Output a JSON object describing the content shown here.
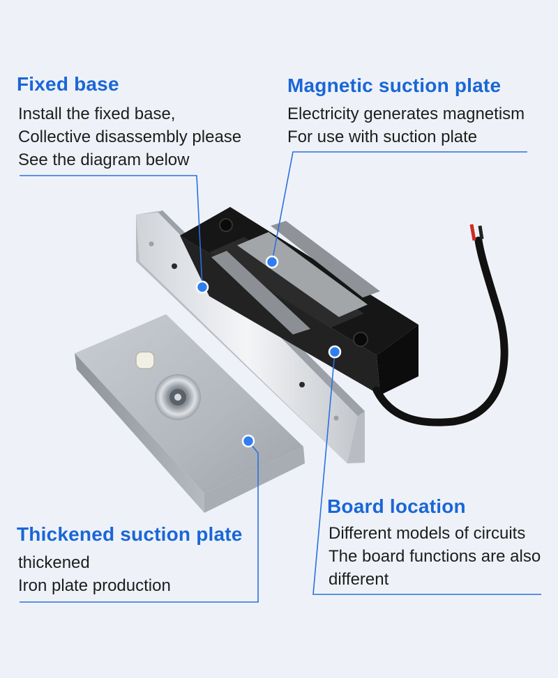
{
  "accent_color": "#1a66d6",
  "callouts": {
    "fixed_base": {
      "title": "Fixed base",
      "lines": [
        "Install the fixed base,",
        "Collective disassembly please",
        "See the diagram below"
      ]
    },
    "magnetic_plate": {
      "title": "Magnetic suction plate",
      "lines": [
        "Electricity generates magnetism",
        "For use with suction plate"
      ]
    },
    "thickened_plate": {
      "title": "Thickened suction plate",
      "lines": [
        "thickened",
        "Iron plate production"
      ]
    },
    "board_location": {
      "title": "Board location",
      "lines": [
        "Different models of circuits",
        "The board functions are also",
        "different"
      ]
    }
  }
}
